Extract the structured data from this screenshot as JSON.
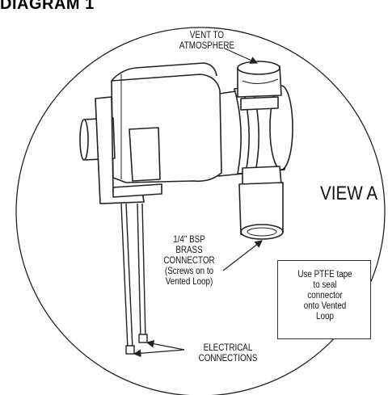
{
  "diagram": {
    "title": "DIAGRAM 1",
    "view_label": "VIEW A",
    "labels": {
      "vent": [
        "VENT TO",
        "ATMOSPHERE"
      ],
      "connector": [
        "1/4\" BSP",
        "BRASS",
        "CONNECTOR",
        "(Screws on to",
        "Vented Loop)"
      ],
      "electrical": [
        "ELECTRICAL",
        "CONNECTIONS"
      ]
    },
    "note": [
      "Use PTFE tape",
      "to seal",
      "connector",
      "onto Vented",
      "Loop"
    ]
  },
  "colors": {
    "line": "#222222",
    "background": "#ffffff"
  }
}
